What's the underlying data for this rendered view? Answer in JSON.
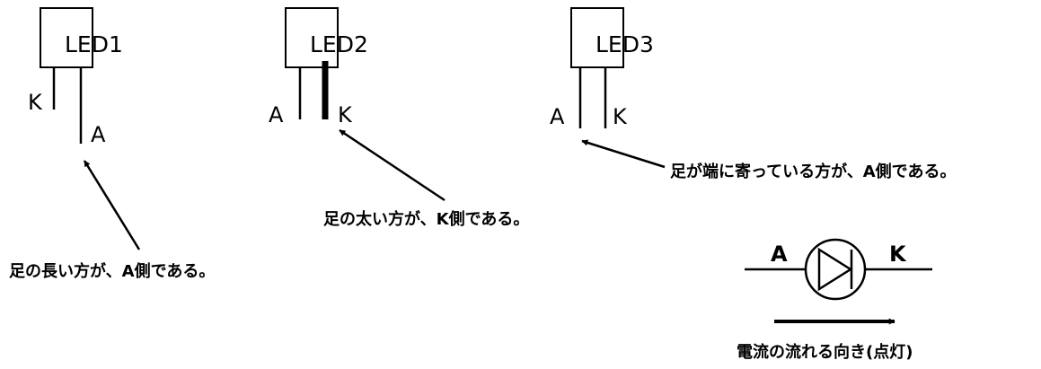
{
  "leds": [
    {
      "name": "LED1",
      "pin_left": "K",
      "pin_right": "A"
    },
    {
      "name": "LED2",
      "pin_left": "A",
      "pin_right": "K"
    },
    {
      "name": "LED3",
      "pin_left": "A",
      "pin_right": "K"
    }
  ],
  "notes": {
    "long_leg": "足の長い方が、A側である。",
    "thick_leg": "足の太い方が、K側である。",
    "edge_leg": "足が端に寄っている方が、A側である。"
  },
  "symbol": {
    "anode": "A",
    "cathode": "K",
    "current_caption": "電流の流れる向き(点灯)"
  }
}
